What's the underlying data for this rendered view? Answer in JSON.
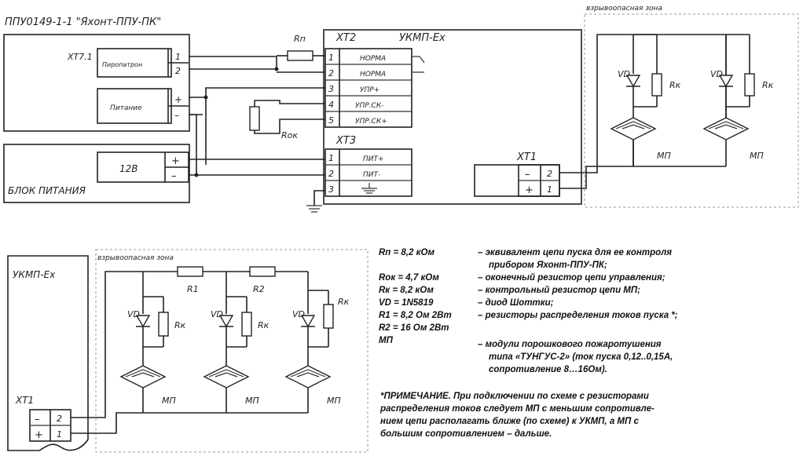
{
  "top": {
    "device_title": "ППУ0149-1-1 \"Яхонт-ППУ-ПК\"",
    "xt71": "XT7.1",
    "pyro": "Пиропатрон",
    "pitanie": "Питание",
    "one": "1",
    "two": "2",
    "three": "3",
    "four": "4",
    "five": "5",
    "plus": "+",
    "minus": "–",
    "v12": "12В",
    "psu": "БЛОК ПИТАНИЯ",
    "rp": "Rп",
    "rok": "Rок",
    "xt2": "XT2",
    "ukmp": "УКМП-Ex",
    "norma": "НОРМА",
    "upr_plus": "УПР+",
    "upr_sk_minus": "УПР.СК-",
    "upr_sk_plus": "УПР.СК+",
    "xt3": "XT3",
    "pit_plus": "ПИТ+",
    "pit_minus": "ПИТ-",
    "xt1": "XT1",
    "zone": "взрывоопасная зона",
    "vd": "VD",
    "rk": "Rк",
    "mp": "МП"
  },
  "bottom": {
    "ukmp": "УКМП-Ex",
    "zone": "взрывоопасная зона",
    "r1": "R1",
    "r2": "R2",
    "vd": "VD",
    "rk": "Rк",
    "mp": "МП",
    "xt1": "XT1",
    "one": "1",
    "two": "2",
    "plus": "+",
    "minus": "–"
  },
  "legend": [
    {
      "key": "Rп = 8,2 кОм",
      "desc": "– эквивалент цепи пуска для ее контроля"
    },
    {
      "key": "",
      "desc": "прибором Яхонт-ППУ-ПК;"
    },
    {
      "key": "Rок = 4,7 кОм",
      "desc": "– оконечный резистор цепи управления;"
    },
    {
      "key": "Rк = 8,2 кОм",
      "desc": "– контрольный резистор цепи МП;"
    },
    {
      "key": "VD = 1N5819",
      "desc": "– диод Шоттки;"
    },
    {
      "key": "R1 = 8,2 Ом 2Вт",
      "desc": "– резисторы распределения токов пуска *;"
    },
    {
      "key": "R2 = 16 Ом  2Вт",
      "desc": ""
    },
    {
      "key": "МП",
      "desc": "– модули порошкового пожаротушения"
    },
    {
      "key": "",
      "desc": "типа «ТУНГУС-2» (ток пуска 0,12..0,15А,"
    },
    {
      "key": "",
      "desc": "сопротивление 8…16Ом)."
    }
  ],
  "note": [
    "*ПРИМЕЧАНИЕ. При подключении по схеме с резисторами",
    "распределения токов следует  МП  с меньшим сопротивле-",
    "нием цепи располагать ближе (по схеме) к УКМП, а МП с",
    "большим сопротивлением – дальше."
  ]
}
